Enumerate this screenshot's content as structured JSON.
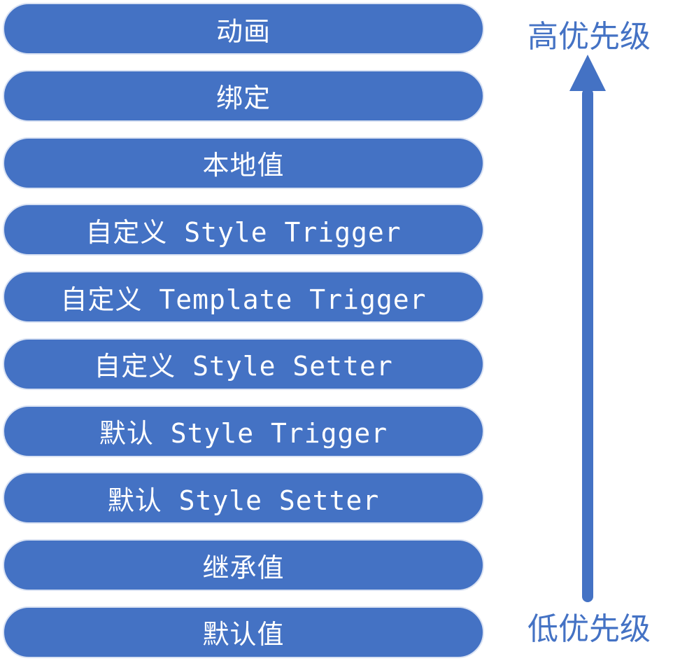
{
  "levels": [
    "动画",
    "绑定",
    "本地值",
    "自定义 Style Trigger",
    "自定义 Template Trigger",
    "自定义 Style Setter",
    "默认 Style Trigger",
    "默认 Style Setter",
    "继承值",
    "默认值"
  ],
  "high_priority_label": "高优先级",
  "low_priority_label": "低优先级",
  "colors": {
    "bar": "#4472c4",
    "text_on_bar": "#ffffff",
    "arrow": "#4472c4"
  }
}
